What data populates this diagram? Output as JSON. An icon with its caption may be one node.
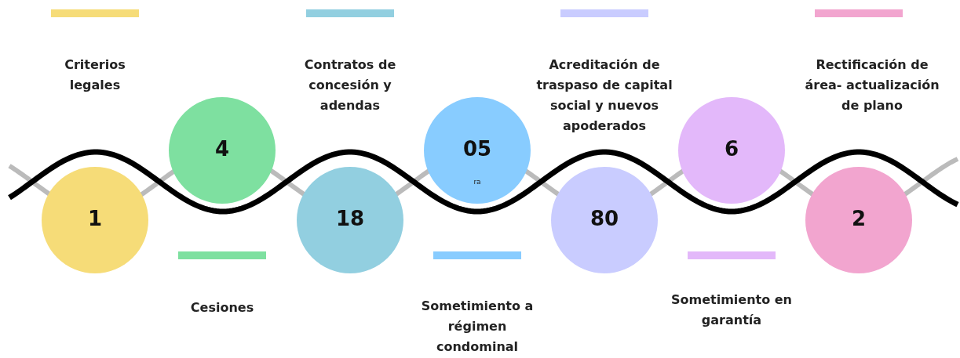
{
  "diagram": {
    "nodes": [
      {
        "text": [
          "1"
        ]
      },
      {
        "text": [
          "4"
        ]
      },
      {
        "text": [
          "18"
        ]
      },
      {
        "text": [
          "05",
          "ra"
        ]
      },
      {
        "text": [
          "80"
        ]
      },
      {
        "text": [
          "6"
        ]
      },
      {
        "text": [
          "2"
        ]
      }
    ],
    "labels": [
      "Criterios legales",
      "Contratos de concesión y adendas",
      "Acreditación de traspaso de capital social y nuevos apoderados",
      "Rectificación de área- actualización de plano",
      "Cesiones",
      "Sometimiento a régimen condominal",
      "Sometimiento en garantía"
    ]
  }
}
